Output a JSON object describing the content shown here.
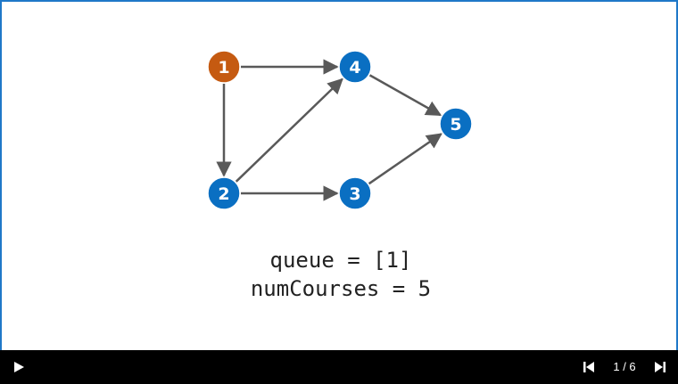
{
  "diagram": {
    "nodes": [
      {
        "id": "1",
        "label": "1",
        "state": "active"
      },
      {
        "id": "2",
        "label": "2",
        "state": "normal"
      },
      {
        "id": "3",
        "label": "3",
        "state": "normal"
      },
      {
        "id": "4",
        "label": "4",
        "state": "normal"
      },
      {
        "id": "5",
        "label": "5",
        "state": "normal"
      }
    ],
    "edges": [
      {
        "from": "1",
        "to": "4"
      },
      {
        "from": "1",
        "to": "2"
      },
      {
        "from": "2",
        "to": "4"
      },
      {
        "from": "2",
        "to": "3"
      },
      {
        "from": "4",
        "to": "5"
      },
      {
        "from": "3",
        "to": "5"
      }
    ],
    "colors": {
      "active": "#c55a11",
      "normal": "#0a6fc2",
      "edge": "#595959"
    }
  },
  "captions": {
    "line1": "queue = [1]",
    "line2": "numCourses = 5"
  },
  "player": {
    "current_slide": "1",
    "separator": " / ",
    "total_slides": "6",
    "icons": {
      "play": "play-icon",
      "prev": "skip-back-icon",
      "next": "skip-forward-icon"
    }
  }
}
